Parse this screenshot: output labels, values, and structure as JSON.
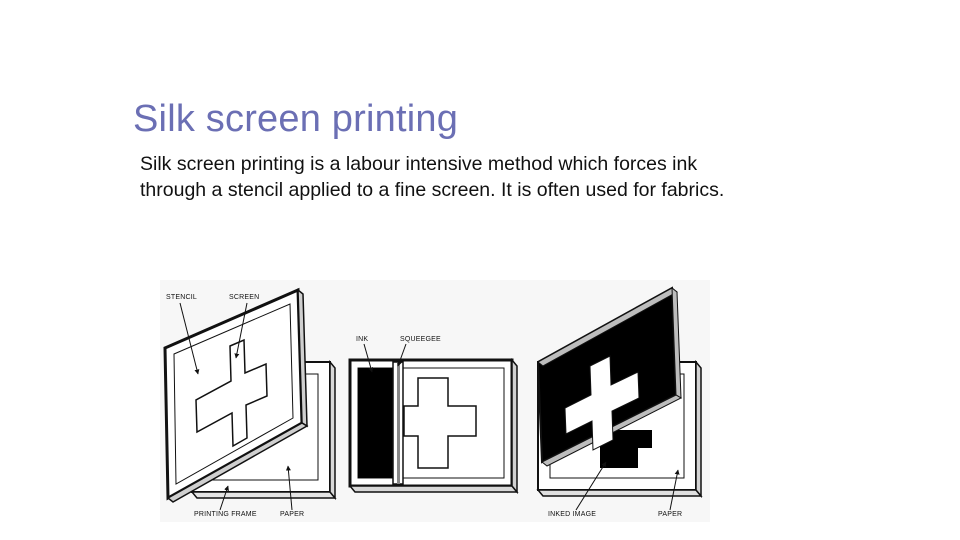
{
  "slide": {
    "title": "Silk screen printing",
    "body": "Silk screen printing is a labour intensive method which forces ink through a stencil applied to a fine screen. It is often used for fabrics."
  },
  "figure": {
    "labels": {
      "stencil": "STENCIL",
      "screen": "SCREEN",
      "printing_frame": "PRINTING FRAME",
      "paper_1": "PAPER",
      "ink": "INK",
      "squeegee": "SQUEEGEE",
      "inked_image": "INKED IMAGE",
      "paper_3": "PAPER"
    }
  },
  "colors": {
    "title": "#6b6fb4",
    "text": "#111111",
    "ink": "#000000",
    "figure_background": "#f7f7f7"
  }
}
